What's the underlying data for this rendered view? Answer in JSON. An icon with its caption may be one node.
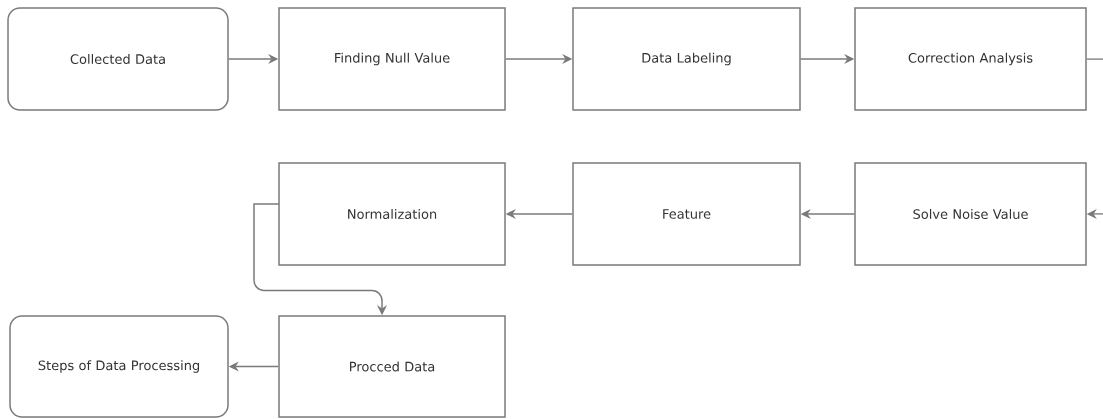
{
  "diagram": {
    "nodes": [
      {
        "text": [
          "Collected Data"
        ]
      },
      {
        "text": [
          "Finding Null Value"
        ]
      },
      {
        "text": [
          "Data Labeling"
        ]
      },
      {
        "text": [
          "Correction Analysis"
        ]
      },
      {
        "text": [
          "Normalization"
        ]
      },
      {
        "text": [
          "Feature"
        ]
      },
      {
        "text": [
          "Solve Noise Value"
        ]
      },
      {
        "text": [
          "Steps of Data Processing"
        ]
      },
      {
        "text": [
          "Procced Data"
        ]
      }
    ],
    "edges": [
      {
        "from": 0,
        "to": 1,
        "arrow": "to"
      },
      {
        "from": 1,
        "to": 2,
        "arrow": "to"
      },
      {
        "from": 2,
        "to": 3,
        "arrow": "to"
      },
      {
        "from": 3,
        "to": null,
        "arrow": "none"
      },
      {
        "from": null,
        "to": 6,
        "arrow": "to"
      },
      {
        "from": 6,
        "to": 5,
        "arrow": "to"
      },
      {
        "from": 5,
        "to": 4,
        "arrow": "to"
      },
      {
        "from": 4,
        "to": 8,
        "arrow": "to"
      },
      {
        "from": 8,
        "to": 7,
        "arrow": "to"
      }
    ]
  }
}
